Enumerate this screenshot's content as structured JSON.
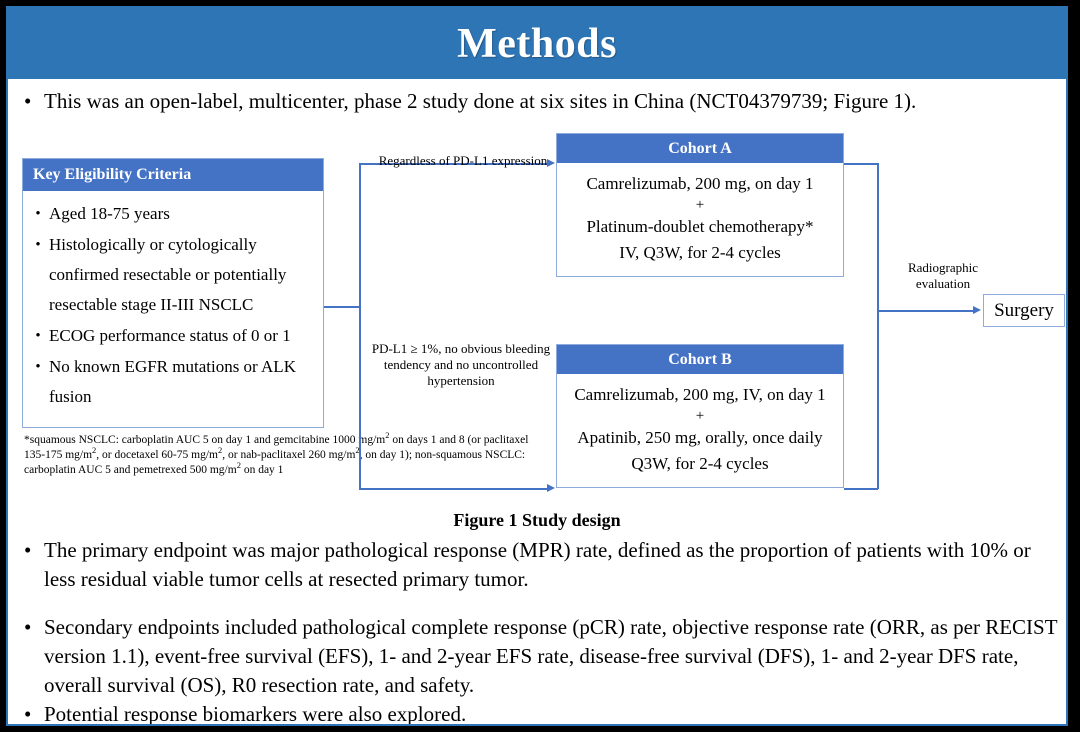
{
  "colors": {
    "title_bar": "#2E75B6",
    "box_header": "#4472C4",
    "box_border": "#8FAADC",
    "frame": "#000000",
    "page_background": "#FFFFFF"
  },
  "header": {
    "title": "Methods"
  },
  "bullets": {
    "intro": "This was an open-label, multicenter, phase 2 study done at six sites in China (NCT04379739; Figure 1).",
    "primary_endpoint": "The primary endpoint was major pathological response (MPR) rate, defined as the proportion of patients with 10% or less residual viable tumor cells at resected primary tumor.",
    "secondary_endpoints": "Secondary endpoints included pathological complete response (pCR) rate, objective response rate (ORR, as per RECIST version 1.1), event-free survival (EFS), 1- and 2-year EFS rate, disease-free survival (DFS), 1- and 2-year DFS rate, overall survival (OS), R0 resection rate, and safety.",
    "biomarkers": "Potential response biomarkers were also explored.",
    "marker": "•"
  },
  "figure": {
    "caption": "Figure 1 Study design",
    "eligibility": {
      "header": "Key  Eligibility Criteria",
      "marker": "•",
      "items": [
        "Aged 18-75 years",
        "Histologically or cytologically confirmed resectable or potentially resectable stage II-III  NSCLC",
        "ECOG performance status of 0 or 1",
        "No known EGFR mutations or ALK fusion"
      ]
    },
    "footnote": {
      "part1": "*squamous NSCLC: carboplatin AUC 5 on day 1 and gemcitabine 1000 mg/m",
      "sup1": "2",
      "part2": " on days 1 and 8 (or paclitaxel  135-175  mg/m",
      "sup2": "2",
      "part3": ", or docetaxel 60-75 mg/m",
      "sup3": "2",
      "part4": ", or nab-paclitaxel 260 mg/m",
      "sup4": "2",
      "part5": ", on day 1); non-squamous NSCLC: carboplatin AUC 5 and pemetrexed 500 mg/m",
      "sup5": "2",
      "part6": " on day 1"
    },
    "cohort_a": {
      "header": "Cohort A",
      "line1": "Camrelizumab, 200 mg, on day 1",
      "plus": "+",
      "line2": "Platinum-doublet chemotherapy*",
      "line3": "IV, Q3W, for 2-4 cycles"
    },
    "cohort_b": {
      "header": "Cohort B",
      "line1": "Camrelizumab, 200 mg, IV, on day 1",
      "plus": "+",
      "line2": "Apatinib, 250 mg, orally, once daily",
      "line3": "Q3W, for 2-4 cycles"
    },
    "connector_labels": {
      "regardless": "Regardless  of PD-L1 expression",
      "pdl1": "PD-L1 ≥ 1%, no obvious bleeding tendency and no uncontrolled  hypertension",
      "radiographic": "Radiographic evaluation"
    },
    "surgery": {
      "label": "Surgery"
    }
  }
}
